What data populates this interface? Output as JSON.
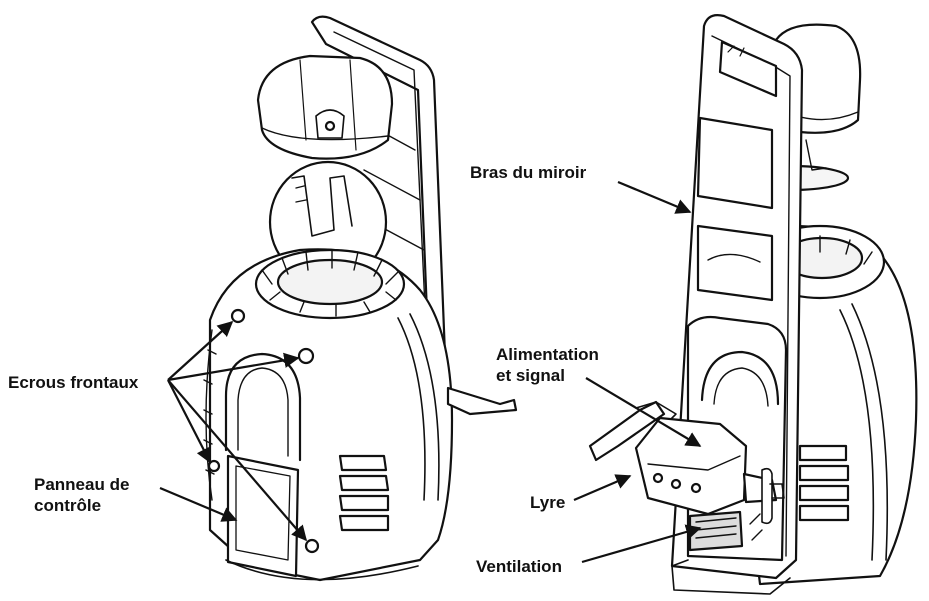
{
  "figure": {
    "colors": {
      "line": "#111111",
      "fill": "#ffffff",
      "shade": "#d8d8d8"
    }
  },
  "labels": {
    "ecrous_frontaux": "Ecrous frontaux",
    "panneau_line1": "Panneau de",
    "panneau_line2": "contrôle",
    "bras_du_miroir": "Bras du miroir",
    "alimentation_line1": "Alimentation",
    "alimentation_line2": "et signal",
    "lyre": "Lyre",
    "ventilation": "Ventilation"
  }
}
